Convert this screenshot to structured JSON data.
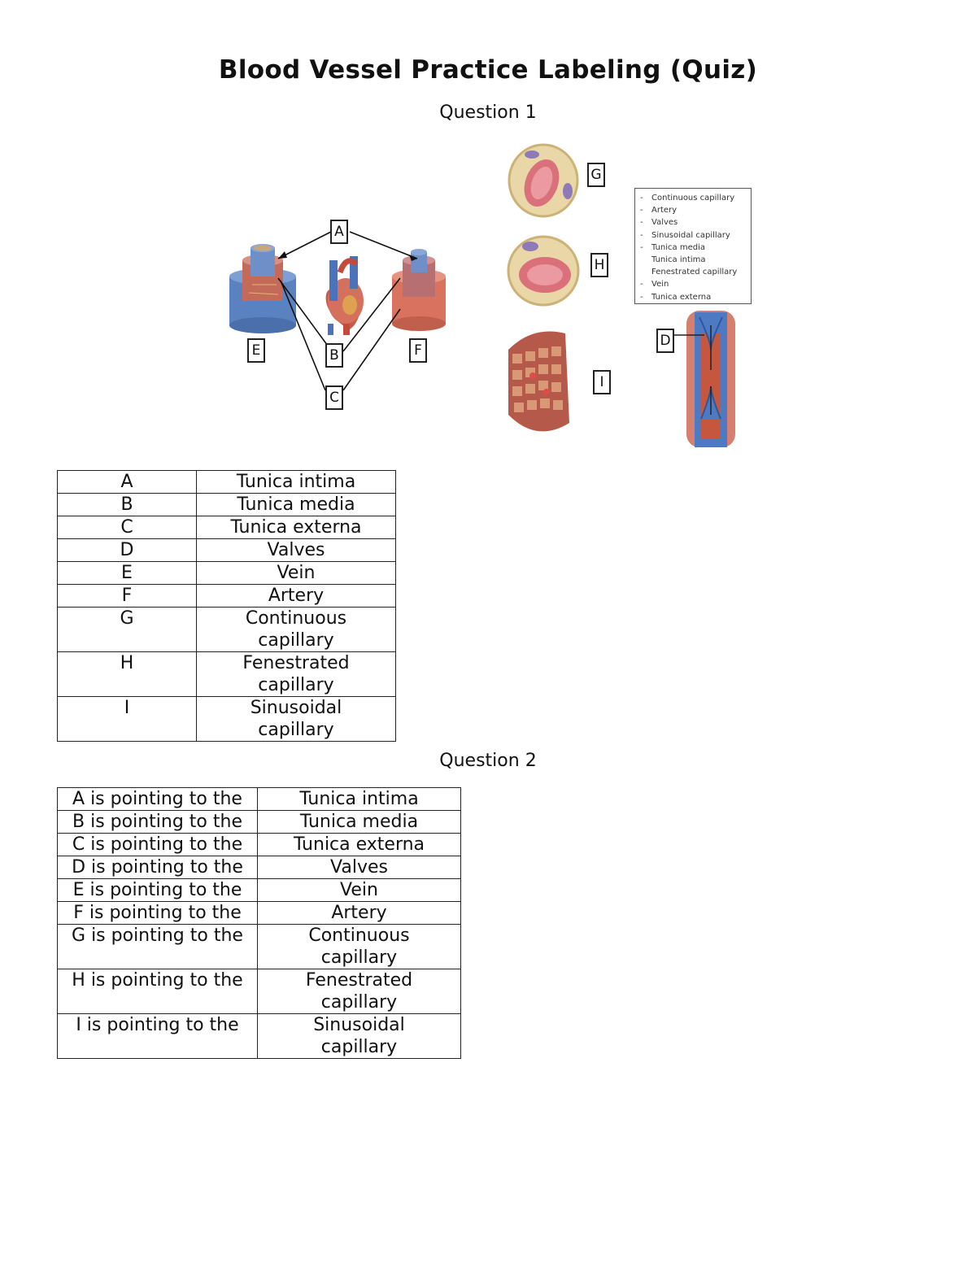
{
  "page": {
    "title": "Blood Vessel Practice Labeling (Quiz)",
    "question1_heading": "Question 1",
    "question2_heading": "Question 2"
  },
  "figure": {
    "labels": [
      "A",
      "B",
      "C",
      "D",
      "E",
      "F",
      "G",
      "H",
      "I"
    ],
    "legend": [
      "Continuous capillary",
      "Artery",
      "Valves",
      "Sinusoidal capillary",
      "Tunica media",
      "Tunica intima",
      "Fenestrated capillary",
      "Vein",
      "Tunica externa"
    ],
    "legend_dashed": [
      true,
      true,
      true,
      true,
      true,
      false,
      false,
      true,
      true
    ]
  },
  "table1": {
    "rows": [
      {
        "key": "A",
        "answer": "Tunica intima"
      },
      {
        "key": "B",
        "answer": "Tunica media"
      },
      {
        "key": "C",
        "answer": "Tunica externa"
      },
      {
        "key": "D",
        "answer": "Valves"
      },
      {
        "key": "E",
        "answer": "Vein"
      },
      {
        "key": "F",
        "answer": "Artery"
      },
      {
        "key": "G",
        "answer": "Continuous capillary"
      },
      {
        "key": "H",
        "answer": "Fenestrated capillary"
      },
      {
        "key": "I",
        "answer": "Sinusoidal capillary"
      }
    ]
  },
  "table2": {
    "rows": [
      {
        "prompt": "A is pointing to the",
        "answer": "Tunica intima"
      },
      {
        "prompt": "B is pointing to the",
        "answer": "Tunica media"
      },
      {
        "prompt": "C is pointing to the",
        "answer": "Tunica externa"
      },
      {
        "prompt": "D is pointing to the",
        "answer": "Valves"
      },
      {
        "prompt": "E is pointing to the",
        "answer": "Vein"
      },
      {
        "prompt": "F is pointing to the",
        "answer": "Artery"
      },
      {
        "prompt": "G is pointing to the",
        "answer": "Continuous capillary"
      },
      {
        "prompt": "H is pointing to the",
        "answer": "Fenestrated capillary"
      },
      {
        "prompt": "I is pointing to the",
        "answer": "Sinusoidal capillary"
      }
    ]
  },
  "colors": {
    "vein_blue": "#5a82c0",
    "artery_red": "#d9735f",
    "muscle": "#c46a58",
    "capillary_cell": "#e9d7a8",
    "rbc": "#d9707a"
  }
}
